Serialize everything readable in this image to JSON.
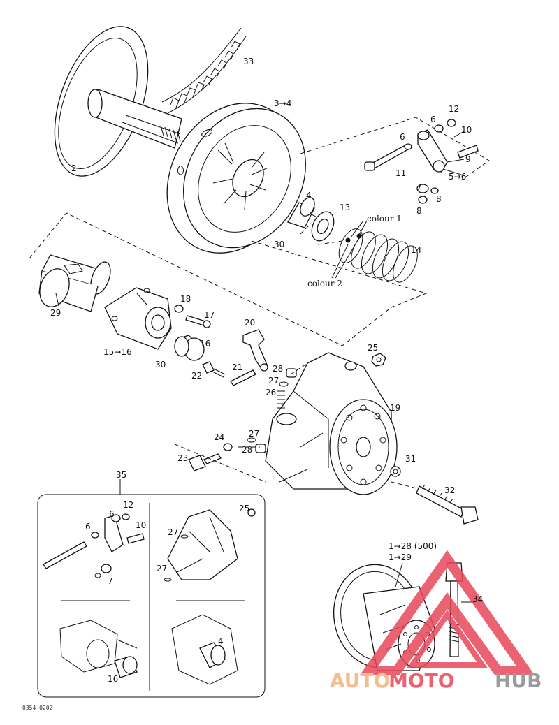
{
  "diagram": {
    "callouts": {
      "p33": "33",
      "p2": "2",
      "p3_4": "3→4",
      "p12a": "12",
      "p6a": "6",
      "p10a": "10",
      "p6b": "6",
      "p9": "9",
      "p11": "11",
      "p5_6": "5→6",
      "p7a": "7",
      "p8a": "8",
      "p8b": "8",
      "p4": "4",
      "p13": "13",
      "colour1": "colour 1",
      "p30a": "30",
      "p14": "14",
      "colour2": "colour 2",
      "p29": "29",
      "p18": "18",
      "p17": "17",
      "p15_16": "15→16",
      "p16a": "16",
      "p30b": "30",
      "p20": "20",
      "p25a": "25",
      "p21": "21",
      "p28a": "28",
      "p22": "22",
      "p27a": "27",
      "p26": "26",
      "p19": "19",
      "p27b": "27",
      "p24": "24",
      "p28b": "28",
      "p23": "23",
      "p31": "31",
      "p32": "32",
      "p35": "35",
      "p1_28": "1→28 (500)",
      "p1_29": "1→29",
      "p34": "34"
    },
    "inset": {
      "p12": "12",
      "p6a": "6",
      "p6b": "6",
      "p10": "10",
      "p7": "7",
      "p25": "25",
      "p27a": "27",
      "p27b": "27",
      "p16": "16",
      "p4": "4"
    },
    "figure_code": "0354 0202"
  },
  "watermark": {
    "part1": "AUTO",
    "part2": "MOTO",
    "part3": "HUB",
    "colors": {
      "auto": "#f4b27a",
      "moto": "#e8475a",
      "hub": "#8a8a8a",
      "triangle": "#e8475a"
    }
  }
}
